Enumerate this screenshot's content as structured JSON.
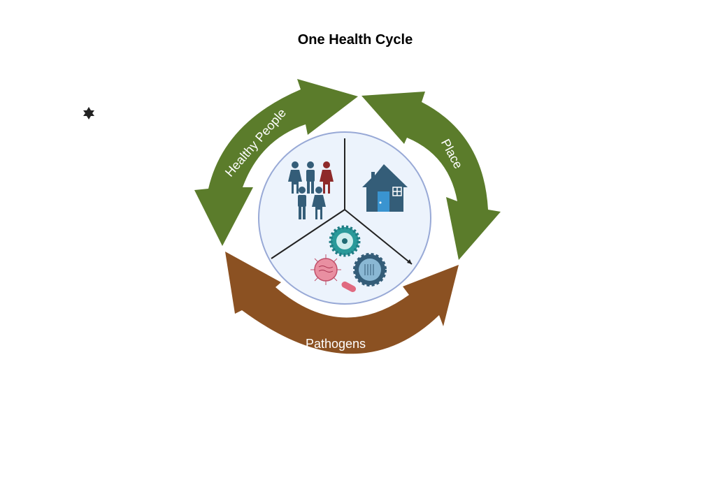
{
  "title": "One Health Cycle",
  "cycle": {
    "healthy_people_label": "Healthy People",
    "place_label": "Place",
    "pathogens_label": "Pathogens"
  },
  "colors": {
    "green_arrow": "#5b7c2b",
    "brown_arrow": "#8b5122",
    "circle_fill": "#ecf3fc",
    "circle_stroke": "#98a9d6",
    "icon_blue": "#345d78",
    "icon_red": "#8e2a2a"
  },
  "icons": [
    "people-icon",
    "house-icon",
    "virus-icon",
    "bacteria-icon"
  ]
}
